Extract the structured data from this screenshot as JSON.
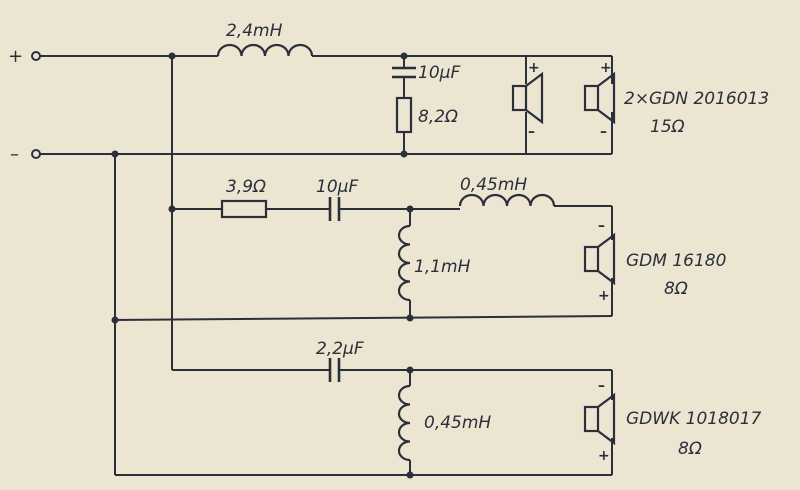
{
  "terminals": {
    "plus": "+",
    "minus": "–"
  },
  "tweeter_section": {
    "inductor": "2,4mH",
    "capacitor": "10µF",
    "resistor": "8,2Ω",
    "speaker_name": "2×GDN 2016013",
    "speaker_impedance": "15Ω",
    "polarity_plus": "+",
    "polarity_minus": "–"
  },
  "mid_section": {
    "resistor": "3,9Ω",
    "capacitor": "10µF",
    "series_inductor": "0,45mH",
    "shunt_inductor": "1,1mH",
    "speaker_name": "GDM 16180",
    "speaker_impedance": "8Ω",
    "polarity_plus": "+",
    "polarity_minus": "–"
  },
  "bass_section": {
    "capacitor": "2,2µF",
    "shunt_inductor": "0,45mH",
    "speaker_name": "GDWK 1018017",
    "speaker_impedance": "8Ω",
    "polarity_plus": "+",
    "polarity_minus": "–"
  }
}
